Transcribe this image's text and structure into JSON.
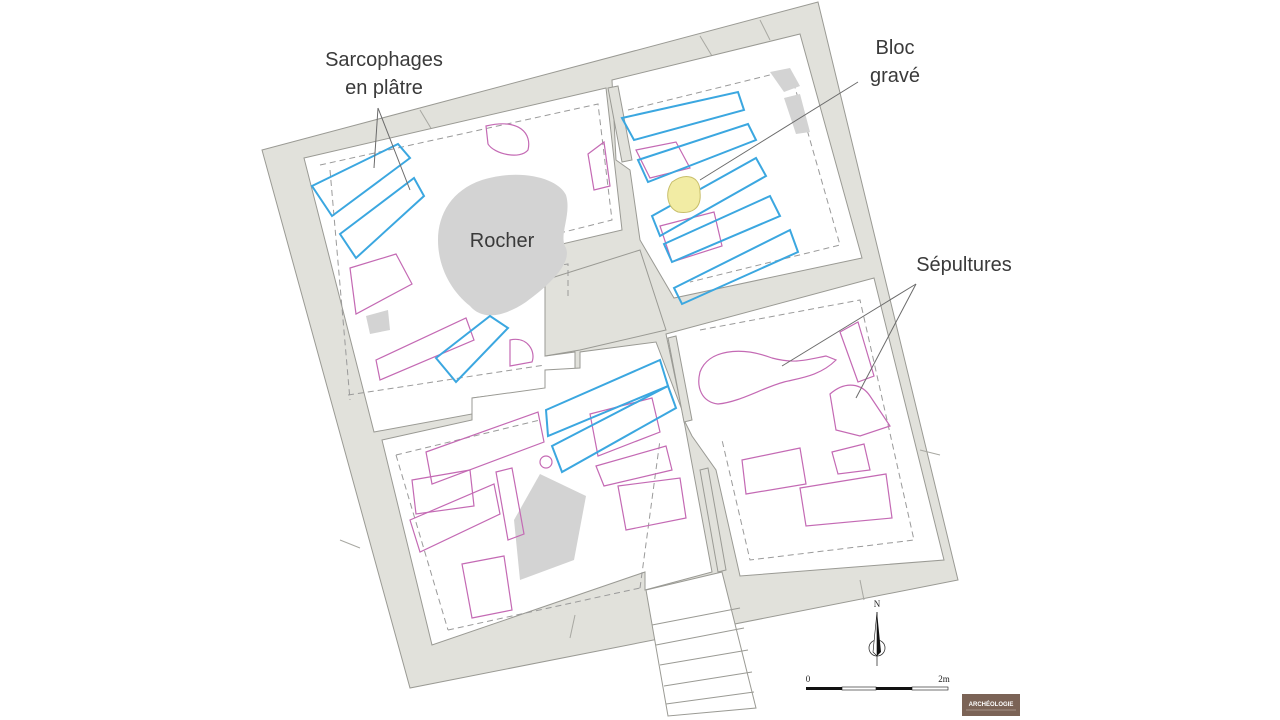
{
  "labels": {
    "sarcophages_line1": "Sarcophages",
    "sarcophages_line2": "en plâtre",
    "bloc_line1": "Bloc",
    "bloc_line2": "gravé",
    "rocher": "Rocher",
    "sepultures": "Sépultures"
  },
  "north_arrow": {
    "label": "N"
  },
  "scale_bar": {
    "start_label": "0",
    "end_label": "2m"
  },
  "logo": {
    "text": "ARCHÉOLOGIE"
  },
  "colors": {
    "wall": "#e1e1db",
    "wall_stroke": "#9a9a94",
    "room_floor": "#ffffff",
    "rock": "#d3d3d3",
    "sarcophagus": "#3ba7e0",
    "burial": "#c46ab4",
    "engraved_block": "#f2eca4",
    "dashed_outline": "#9a9a9a",
    "logo_bg": "#7b6356"
  },
  "legend_map": {
    "sarcophagus_icon": "blue-outline-polygon",
    "burial_icon": "magenta-outline-polygon",
    "rock_icon": "grey-filled-polygon",
    "engraved_block_icon": "yellow-filled-polygon"
  }
}
